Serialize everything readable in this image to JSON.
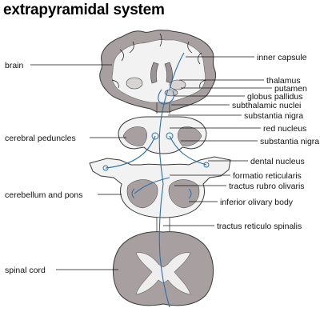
{
  "title": "extrapyramidal system",
  "colors": {
    "background": "#ffffff",
    "cortex_gray": "#a8a0a0",
    "white_matter": "#f2f2f2",
    "tract_blue": "#2a6fa8",
    "outline": "#3a3a3a"
  },
  "labels": {
    "brain": "brain",
    "cerebral_peduncles": "cerebral peduncles",
    "cerebellum_and_pons": "cerebellum and pons",
    "spinal_cord": "spinal cord",
    "inner_capsule": "inner capsule",
    "thalamus": "thalamus",
    "putamen": "putamen",
    "globus_pallidus": "globus pallidus",
    "subthalamic_nuclei": "subthalamic nuclei",
    "substantia_nigra_1": "substantia nigra",
    "red_nucleus": "red nucleus",
    "substantia_nigra_2": "substantia nigra",
    "dental_nucleus": "dental nucleus",
    "formatio_reticularis": "formatio reticularis",
    "tractus_rubro_olivaris": "tractus rubro olivaris",
    "inferior_olivary_body": "inferior olivary body",
    "tractus_reticulo_spinalis": "tractus reticulo spinalis"
  }
}
